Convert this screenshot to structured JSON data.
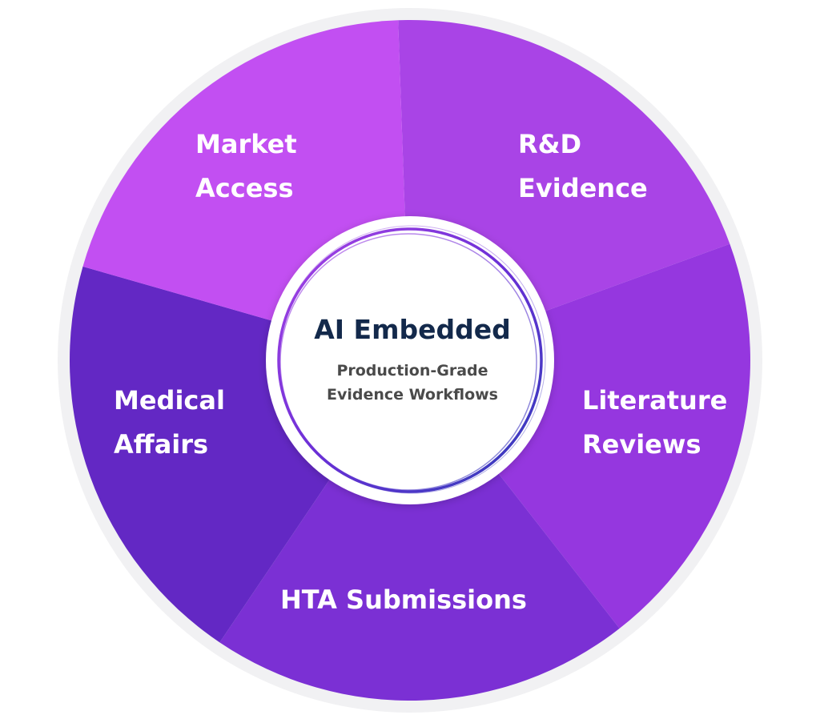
{
  "center": {
    "title": "AI Embedded",
    "subtitle_line1": "Production-Grade",
    "subtitle_line2": "Evidence Workflows"
  },
  "segments": [
    {
      "line1": "Market",
      "line2": "Access",
      "color": "#a944e6"
    },
    {
      "line1": "R&D",
      "line2": "Evidence",
      "color": "#9537df"
    },
    {
      "line1": "Literature",
      "line2": "Reviews",
      "color": "#7b30d4"
    },
    {
      "line1": "HTA Submissions",
      "line2": "",
      "color": "#6328c4"
    },
    {
      "line1": "Medical",
      "line2": "Affairs",
      "color": "#c24ff2"
    }
  ],
  "colors": {
    "ring_outer": "#f1f1f3",
    "center_fill": "#ffffff",
    "title_color": "#13294b",
    "accent_stroke": "#6a2fd6"
  }
}
